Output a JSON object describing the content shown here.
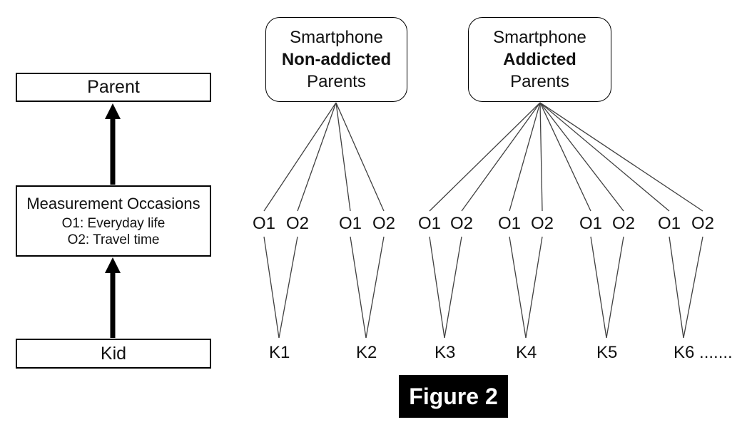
{
  "figure_label": "Figure 2",
  "left_panel": {
    "parent_label": "Parent",
    "measurement_title": "Measurement Occasions",
    "measurement_sub1": "O1: Everyday life",
    "measurement_sub2": "O2: Travel time",
    "kid_label": "Kid"
  },
  "groups": [
    {
      "id": "non-addicted",
      "title_line1": "Smartphone",
      "title_line2": "Non-addicted",
      "title_line3": "Parents",
      "kids": [
        {
          "label": "K1",
          "occasions": [
            "O1",
            "O2"
          ]
        },
        {
          "label": "K2",
          "occasions": [
            "O1",
            "O2"
          ]
        }
      ]
    },
    {
      "id": "addicted",
      "title_line1": "Smartphone",
      "title_line2": "Addicted",
      "title_line3": "Parents",
      "kids": [
        {
          "label": "K3",
          "occasions": [
            "O1",
            "O2"
          ]
        },
        {
          "label": "K4",
          "occasions": [
            "O1",
            "O2"
          ]
        },
        {
          "label": "K5",
          "occasions": [
            "O1",
            "O2"
          ]
        },
        {
          "label": "K6 .......",
          "occasions": [
            "O1",
            "O2"
          ]
        }
      ]
    }
  ],
  "colors": {
    "line": "#404040",
    "border": "#000000",
    "arrow": "#000000",
    "figure_bg": "#000000",
    "figure_text": "#ffffff"
  }
}
